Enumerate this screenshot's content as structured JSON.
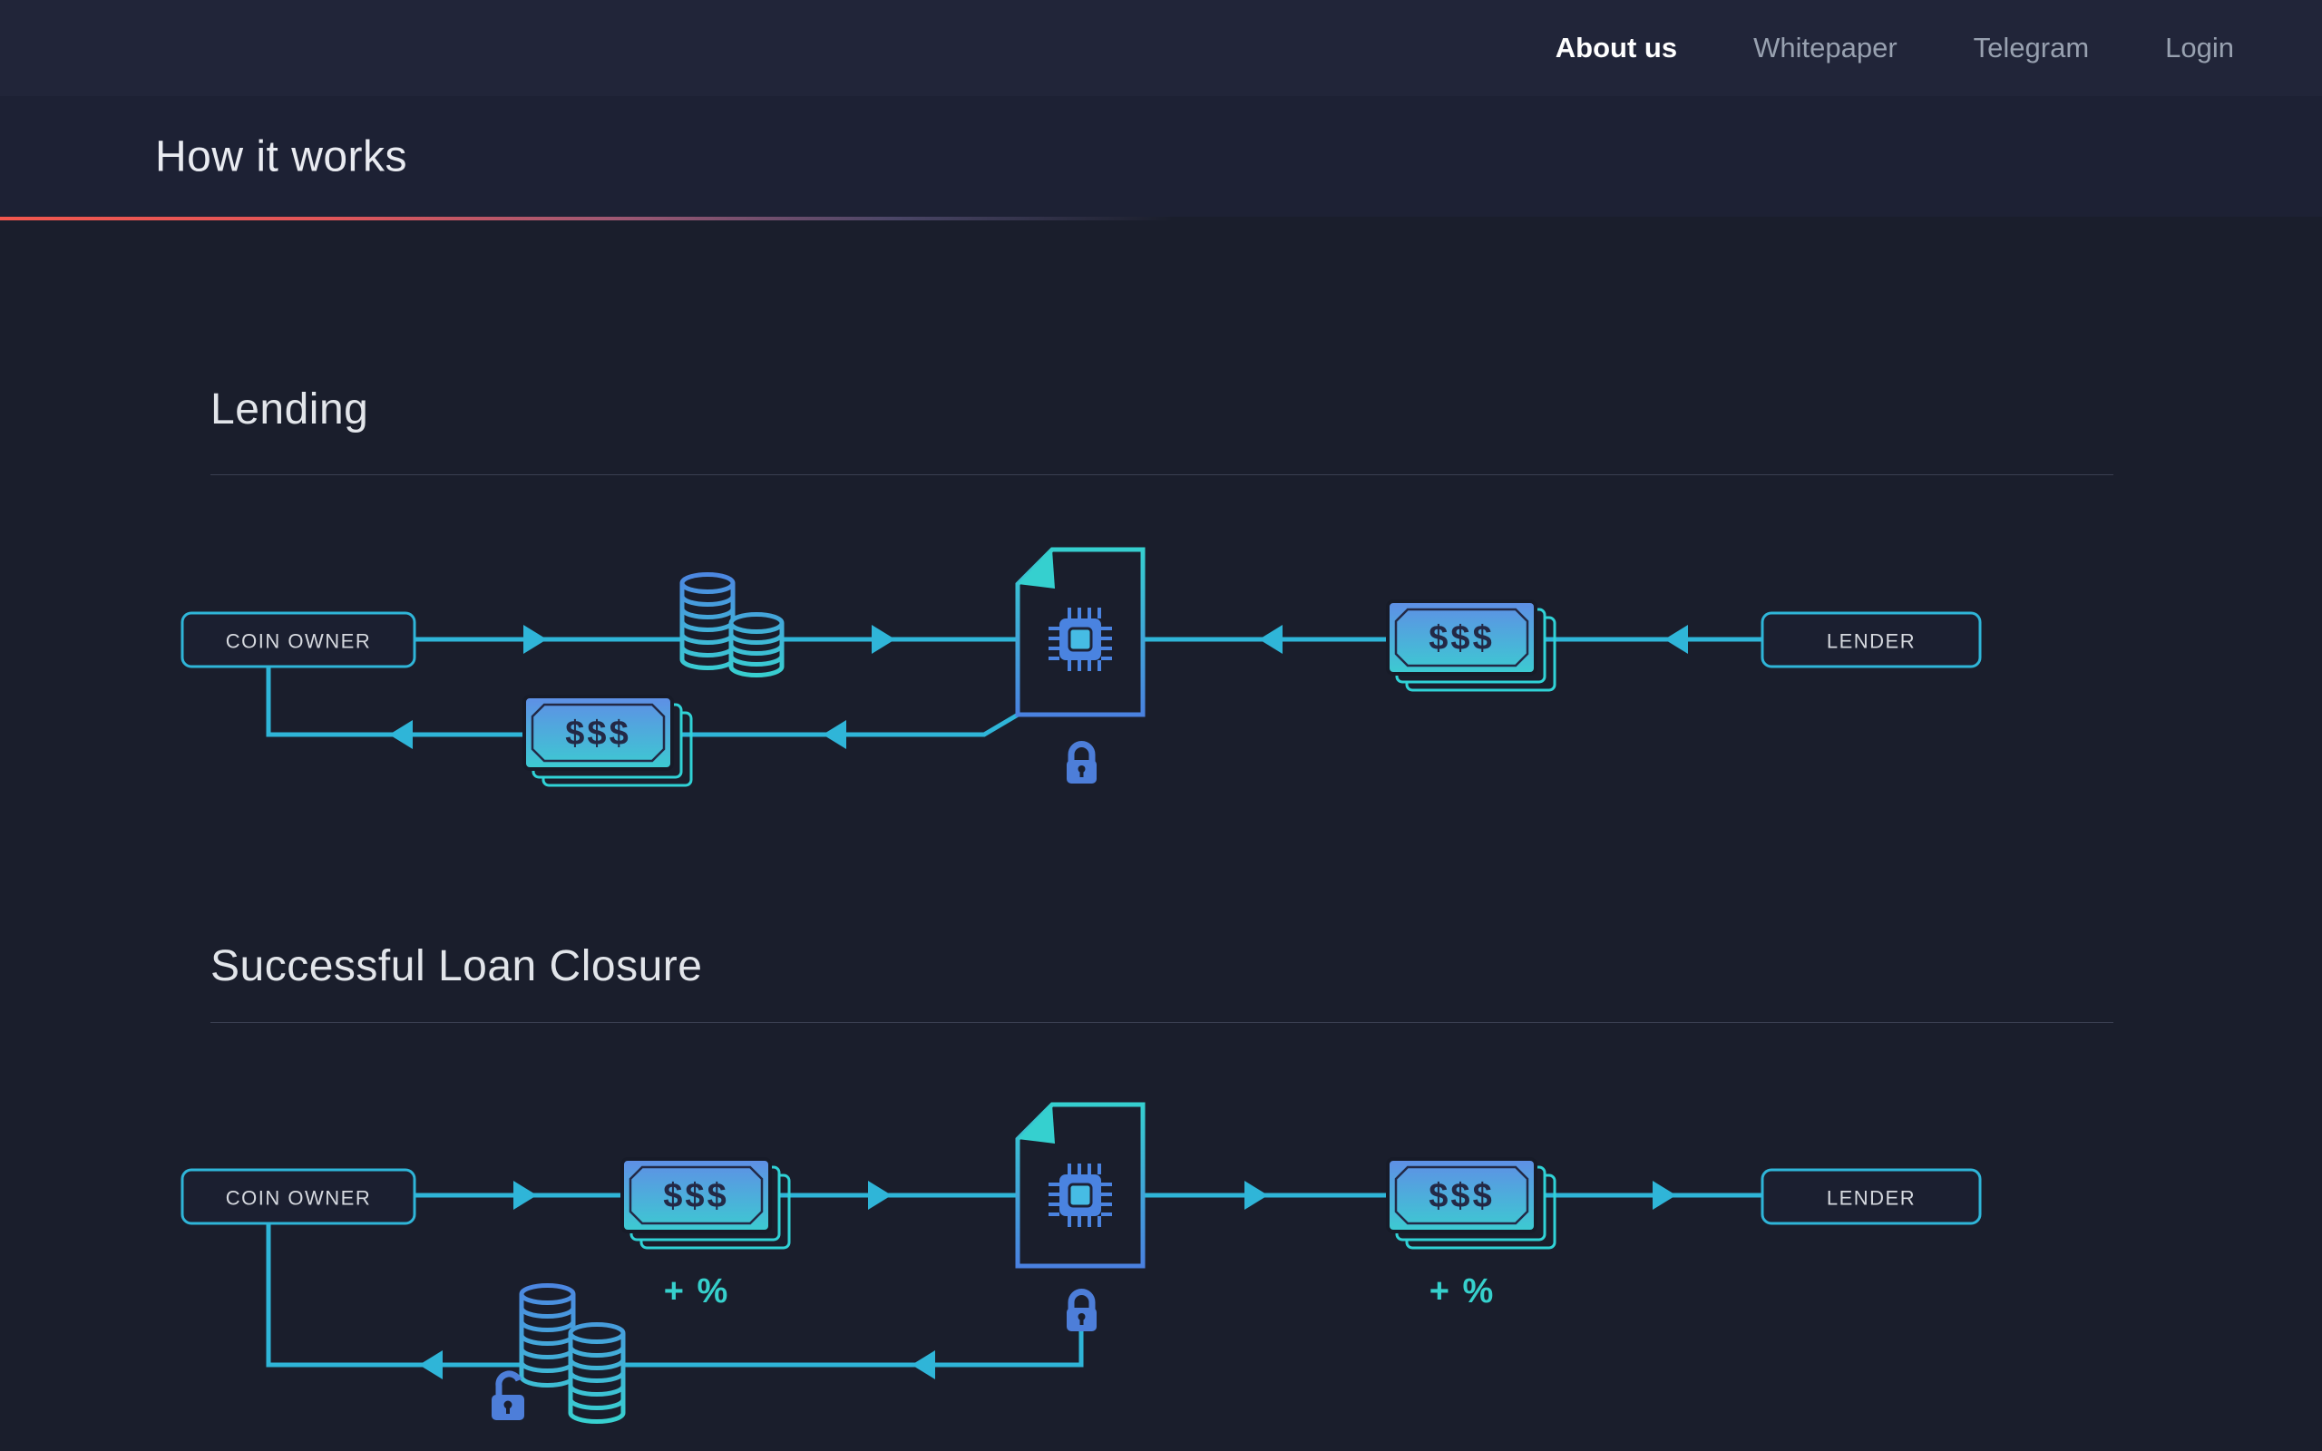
{
  "nav": {
    "items": [
      {
        "label": "About us",
        "active": true
      },
      {
        "label": "Whitepaper",
        "active": false
      },
      {
        "label": "Telegram",
        "active": false
      },
      {
        "label": "Login",
        "active": false
      }
    ]
  },
  "page": {
    "title": "How it works"
  },
  "sections": {
    "lending": {
      "title": "Lending",
      "coin_owner": "COIN OWNER",
      "lender": "LENDER",
      "money": "$$$"
    },
    "closure": {
      "title": "Successful Loan Closure",
      "coin_owner": "COIN OWNER",
      "lender": "LENDER",
      "money": "$$$",
      "interest": "+ %"
    }
  },
  "colors": {
    "background": "#1a1e2c",
    "nav_background": "#212539",
    "flow_cyan": "#2fb5d8",
    "teal": "#36d0cc",
    "icon_blue": "#4a83e0",
    "lock_blue": "#4d7ed9",
    "note_gradient_top": "#5f8ee6",
    "note_gradient_bottom": "#3ccbd1",
    "accent_red": "#f2574e"
  }
}
